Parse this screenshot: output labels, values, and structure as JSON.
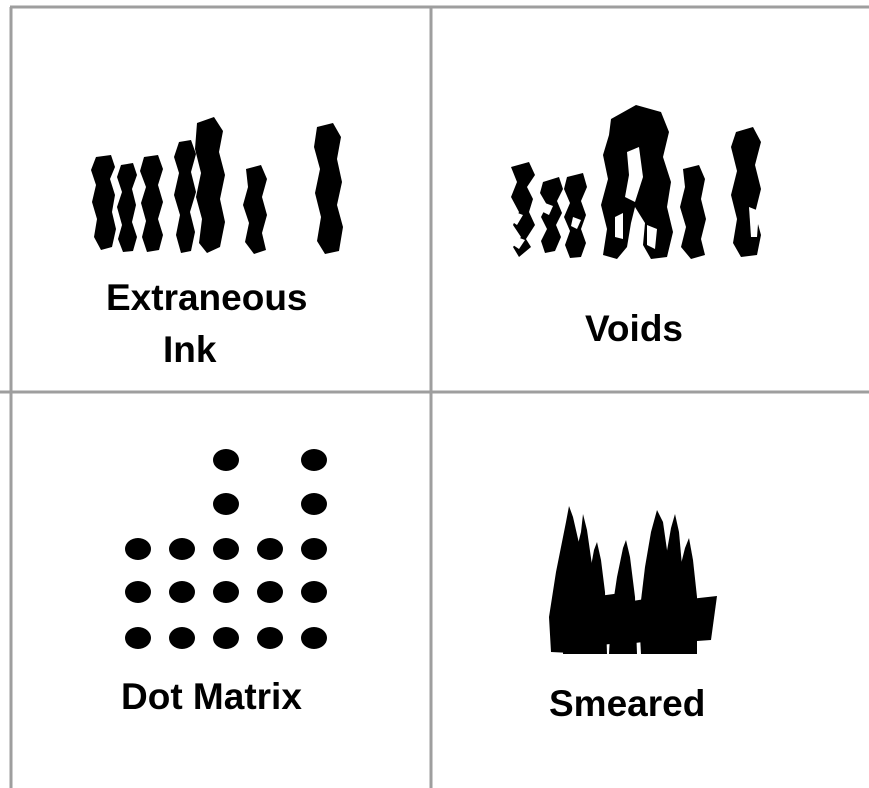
{
  "colors": {
    "grid_line": "#9e9e9e",
    "ink": "#000000",
    "background": "#ffffff"
  },
  "panels": [
    {
      "label_lines": [
        "Extraneous",
        "Ink"
      ],
      "illustration": "extraneous-ink-glyphs"
    },
    {
      "label": "Voids",
      "illustration": "voids-glyphs"
    },
    {
      "label": "Dot Matrix",
      "illustration": "dot-matrix-glyphs"
    },
    {
      "label": "Smeared",
      "illustration": "smeared-glyphs"
    }
  ]
}
